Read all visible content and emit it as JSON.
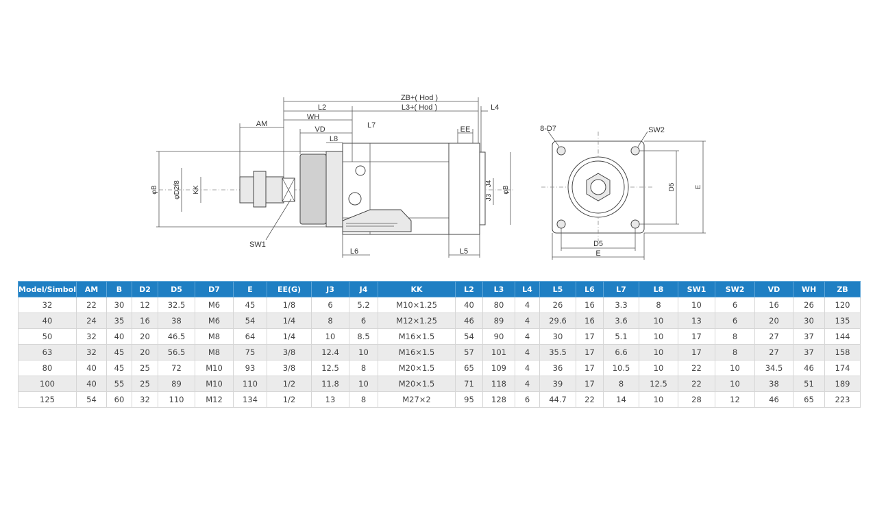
{
  "drawing": {
    "labels": {
      "zb": "ZB+( Hod )",
      "l3": "L3+( Hod )",
      "l4": "L4",
      "l2": "L2",
      "wh": "WH",
      "am": "AM",
      "vd": "VD",
      "l7": "L7",
      "l8": "L8",
      "ee": "EE",
      "b_left": "φB",
      "d2": "φD2f8",
      "kk": "KK",
      "j3": "J3",
      "j4": "J4",
      "b_right": "φB",
      "sw1": "SW1",
      "l6": "L6",
      "l5": "L5",
      "d7": "8-D7",
      "sw2": "SW2",
      "d5_side": "D5",
      "e_side": "E",
      "d5_bottom": "D5",
      "e_bottom": "E"
    }
  },
  "table": {
    "headers": [
      "Model/Simbol",
      "AM",
      "B",
      "D2",
      "D5",
      "D7",
      "E",
      "EE(G)",
      "J3",
      "J4",
      "KK",
      "L2",
      "L3",
      "L4",
      "L5",
      "L6",
      "L7",
      "L8",
      "SW1",
      "SW2",
      "VD",
      "WH",
      "ZB"
    ],
    "rows": [
      [
        "32",
        "22",
        "30",
        "12",
        "32.5",
        "M6",
        "45",
        "1/8",
        "6",
        "5.2",
        "M10×1.25",
        "40",
        "80",
        "4",
        "26",
        "16",
        "3.3",
        "8",
        "10",
        "6",
        "16",
        "26",
        "120"
      ],
      [
        "40",
        "24",
        "35",
        "16",
        "38",
        "M6",
        "54",
        "1/4",
        "8",
        "6",
        "M12×1.25",
        "46",
        "89",
        "4",
        "29.6",
        "16",
        "3.6",
        "10",
        "13",
        "6",
        "20",
        "30",
        "135"
      ],
      [
        "50",
        "32",
        "40",
        "20",
        "46.5",
        "M8",
        "64",
        "1/4",
        "10",
        "8.5",
        "M16×1.5",
        "54",
        "90",
        "4",
        "30",
        "17",
        "5.1",
        "10",
        "17",
        "8",
        "27",
        "37",
        "144"
      ],
      [
        "63",
        "32",
        "45",
        "20",
        "56.5",
        "M8",
        "75",
        "3/8",
        "12.4",
        "10",
        "M16×1.5",
        "57",
        "101",
        "4",
        "35.5",
        "17",
        "6.6",
        "10",
        "17",
        "8",
        "27",
        "37",
        "158"
      ],
      [
        "80",
        "40",
        "45",
        "25",
        "72",
        "M10",
        "93",
        "3/8",
        "12.5",
        "8",
        "M20×1.5",
        "65",
        "109",
        "4",
        "36",
        "17",
        "10.5",
        "10",
        "22",
        "10",
        "34.5",
        "46",
        "174"
      ],
      [
        "100",
        "40",
        "55",
        "25",
        "89",
        "M10",
        "110",
        "1/2",
        "11.8",
        "10",
        "M20×1.5",
        "71",
        "118",
        "4",
        "39",
        "17",
        "8",
        "12.5",
        "22",
        "10",
        "38",
        "51",
        "189"
      ],
      [
        "125",
        "54",
        "60",
        "32",
        "110",
        "M12",
        "134",
        "1/2",
        "13",
        "8",
        "M27×2",
        "95",
        "128",
        "6",
        "44.7",
        "22",
        "14",
        "10",
        "28",
        "12",
        "46",
        "65",
        "223"
      ]
    ]
  }
}
